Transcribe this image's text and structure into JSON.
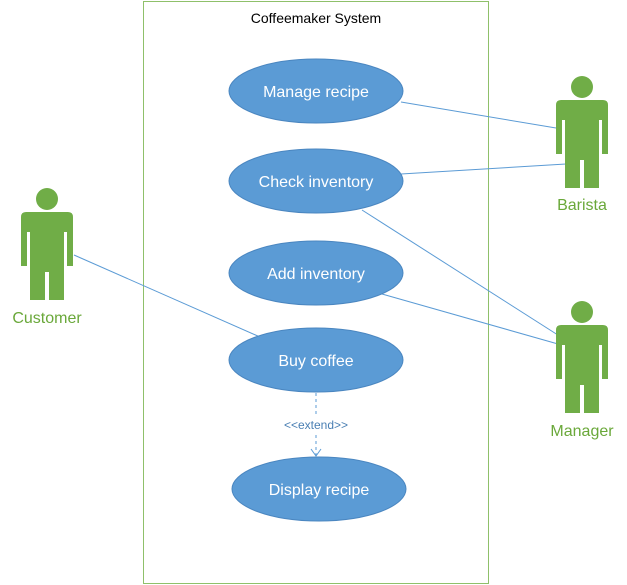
{
  "system": {
    "title": "Coffeemaker System"
  },
  "use_cases": {
    "manage_recipe": "Manage recipe",
    "check_inventory": "Check inventory",
    "add_inventory": "Add inventory",
    "buy_coffee": "Buy coffee",
    "display_recipe": "Display recipe"
  },
  "actors": {
    "customer": "Customer",
    "barista": "Barista",
    "manager": "Manager"
  },
  "relations": {
    "extend_label": "<<extend>>"
  },
  "colors": {
    "use_case_fill": "#5b9bd5",
    "actor_fill": "#70ad47",
    "actor_text": "#6aa83a",
    "boundary": "#8fc06a",
    "connector": "#5b9bd5"
  }
}
